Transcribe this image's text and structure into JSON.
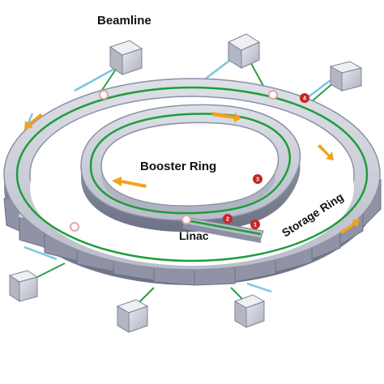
{
  "labels": {
    "beamline": "Beamline",
    "booster_ring": "Booster Ring",
    "storage_ring": "Storage Ring",
    "linac": "Linac"
  },
  "markers": [
    "1",
    "2",
    "3",
    "4"
  ],
  "colors": {
    "ring_top": "#c9ccd6",
    "ring_side": "#8d91a3",
    "ring_dark": "#6b6f82",
    "beam_green": "#1f9c3a",
    "arrow_orange": "#f2a11c",
    "photon_blue": "#5fb6d9",
    "marker_red": "#c62828",
    "box_face": "#d5d8df"
  },
  "icons": [
    "beamline-endstation-icon",
    "orange-arrow-icon",
    "photon-beam-icon",
    "injection-point-icon"
  ]
}
